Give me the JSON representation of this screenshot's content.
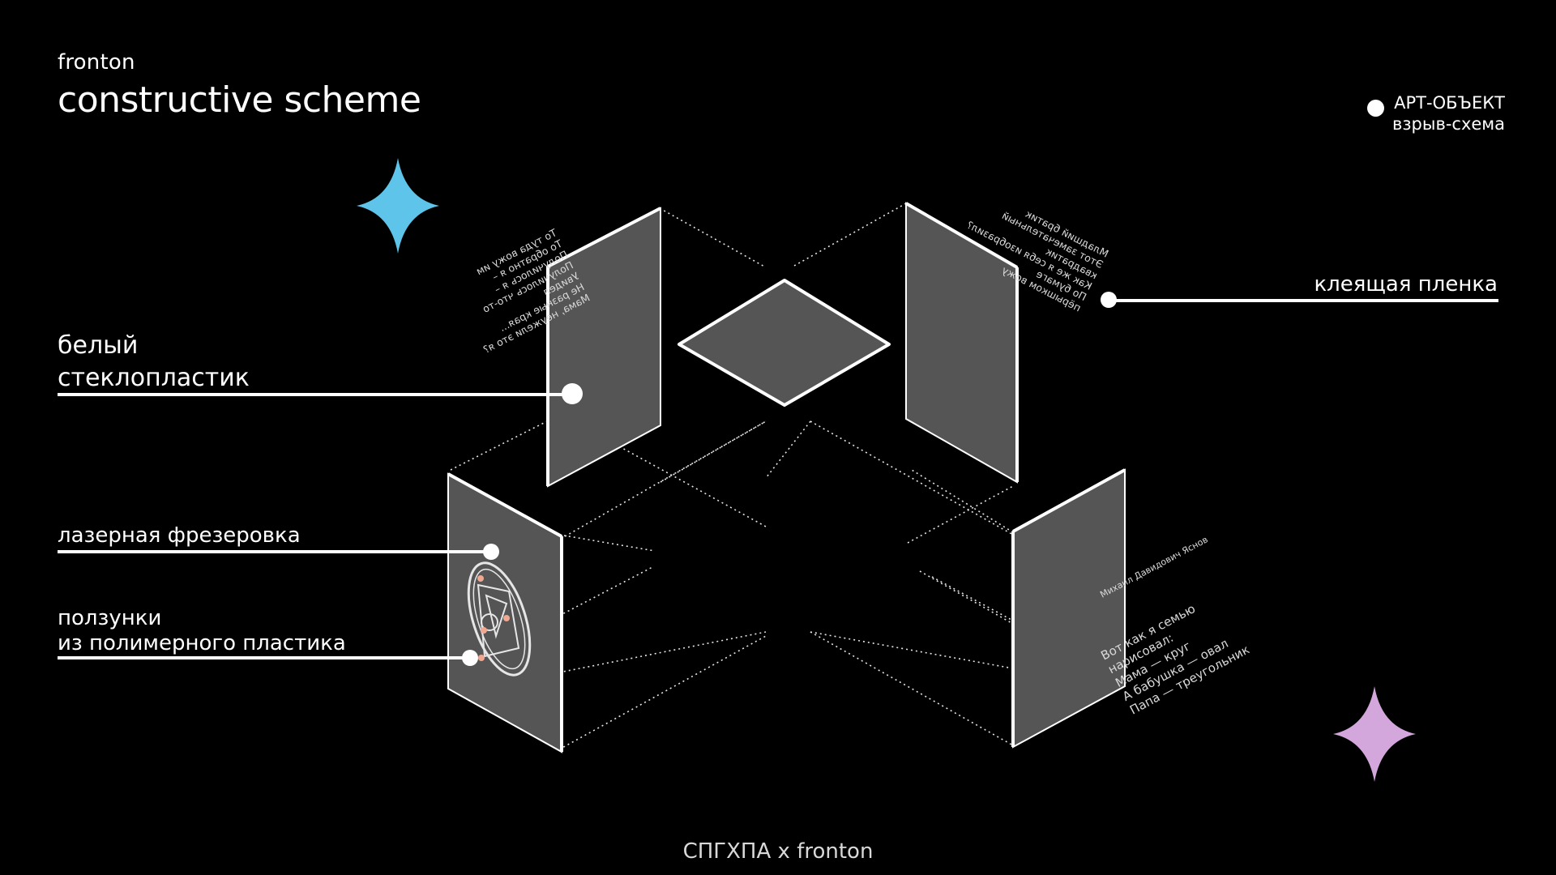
{
  "header": {
    "brand": "fronton",
    "title": "constructive scheme"
  },
  "tag": {
    "line1": "АРТ-ОБЪЕКТ",
    "line2": "взрыв-схема"
  },
  "callouts": {
    "fiberglass": {
      "line1": "белый",
      "line2": "стеклопластик"
    },
    "laser": {
      "line1": "лазерная фрезеровка"
    },
    "sliders": {
      "line1": "ползунки",
      "line2": "из полимерного пластика"
    },
    "film": {
      "line1": "клеящая пленка"
    }
  },
  "panel_text": {
    "left_mirrored": [
      "То туда вожу им",
      "То обратно я –",
      "Получилось я –",
      "Получилось что-то",
      "Увидел",
      "Не разные края...",
      "Мама, неужели это я?"
    ],
    "right_mirrored": [
      "Младший братик",
      "Этот замечательный",
      "квадратик",
      "Как же я себя изобразил?",
      "По бумаге",
      "пёрышком вожу"
    ],
    "author": "Михаил Давидович Яснов",
    "poem": [
      "Вот как я семью",
      "нарисовал:",
      "Мама — круг",
      "А бабушка — овал",
      "Папа — треугольник"
    ]
  },
  "footer": {
    "text": "СПГХПА x fronton"
  },
  "colors": {
    "background": "#000000",
    "panel_fill": "#555555",
    "star_blue": "#5ec4ea",
    "star_pink": "#d4a7dc"
  }
}
